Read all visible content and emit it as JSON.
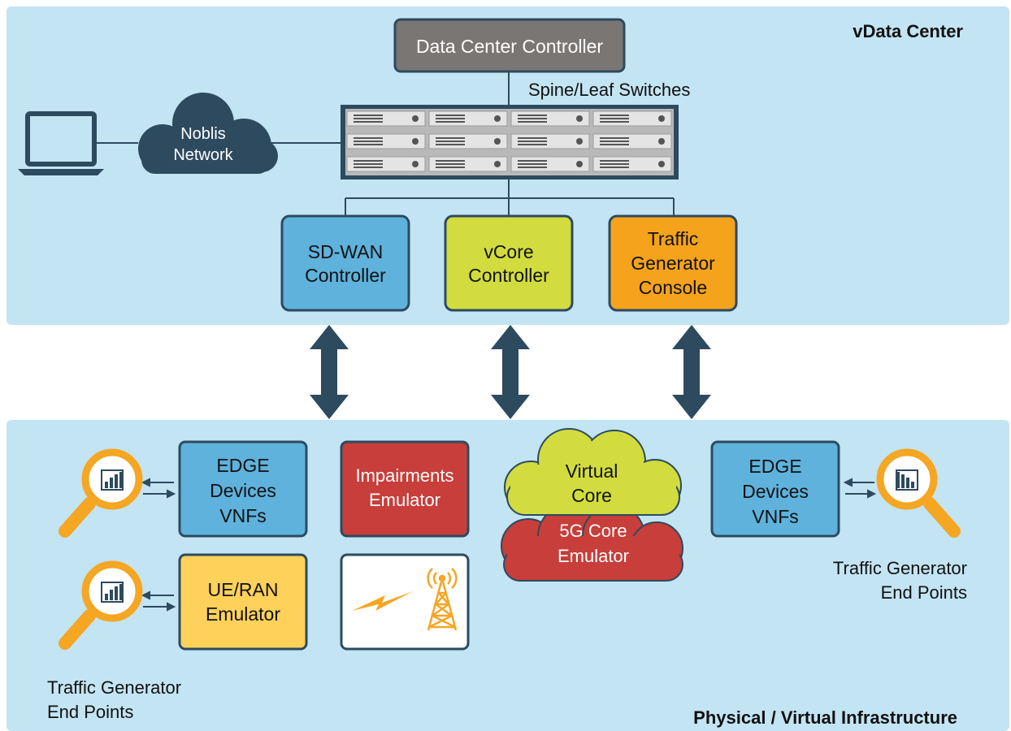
{
  "top_panel": {
    "title": "vData Center"
  },
  "bottom_panel": {
    "title": "Physical / Virtual Infrastructure"
  },
  "dc_controller": {
    "label": "Data Center Controller"
  },
  "spine_leaf": {
    "label": "Spine/Leaf Switches"
  },
  "network_cloud": {
    "line1": "Noblis",
    "line2": "Network"
  },
  "controllers": {
    "sdwan": {
      "line1": "SD-WAN",
      "line2": "Controller"
    },
    "vcore": {
      "line1": "vCore",
      "line2": "Controller"
    },
    "traffic": {
      "line1": "Traffic",
      "line2": "Generator",
      "line3": "Console"
    }
  },
  "edge_left": {
    "line1": "EDGE",
    "line2": "Devices",
    "line3": "VNFs"
  },
  "edge_right": {
    "line1": "EDGE",
    "line2": "Devices",
    "line3": "VNFs"
  },
  "ue_ran": {
    "line1": "UE/RAN",
    "line2": "Emulator"
  },
  "impairments": {
    "line1": "Impairments",
    "line2": "Emulator"
  },
  "virtual_core": {
    "line1": "Virtual",
    "line2": "Core"
  },
  "core_5g": {
    "line1": "5G Core",
    "line2": "Emulator"
  },
  "tg_left": {
    "line1": "Traffic Generator",
    "line2": "End Points"
  },
  "tg_right": {
    "line1": "Traffic Generator",
    "line2": "End Points"
  },
  "colors": {
    "panel_bg": "#c3e4f3",
    "dark_blue": "#2d4a5f",
    "controller_gray": "#7a7674",
    "sdwan_blue": "#5eb2dc",
    "vcore_green": "#d2dc3e",
    "traffic_orange": "#f5a31c",
    "impair_red": "#c73e3a",
    "ue_yellow": "#fdd15a",
    "magnifier_orange": "#f5a623"
  }
}
